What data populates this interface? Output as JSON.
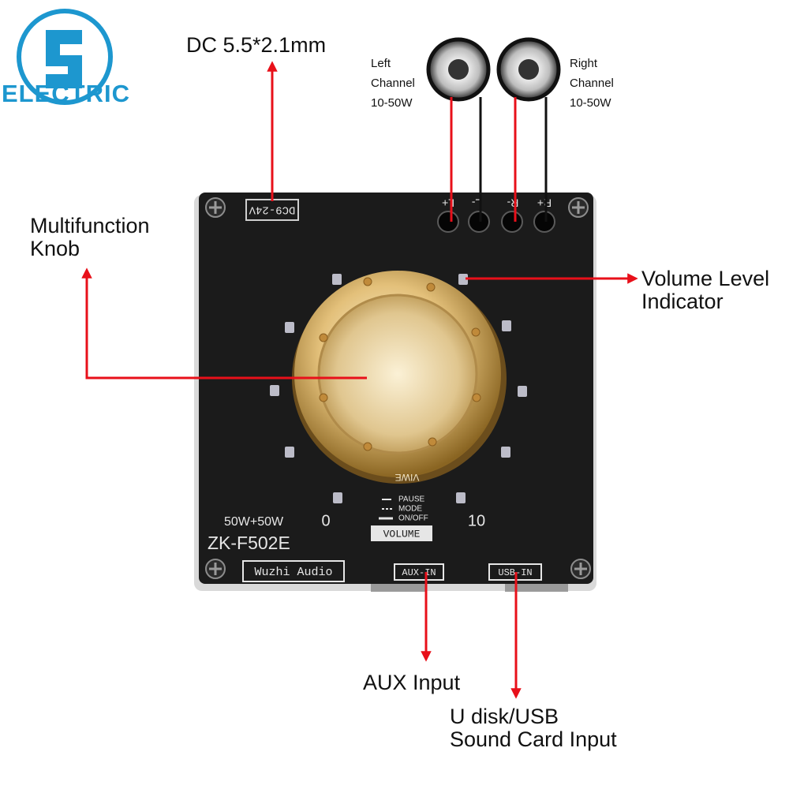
{
  "logo": {
    "text": "ELECTRIC",
    "mark": "S"
  },
  "colors": {
    "arrow": "#e8101a",
    "board": "#1b1b1b",
    "logo": "#1d97cf",
    "knob_gold": "#d9b56a"
  },
  "callouts": {
    "dc": "DC 5.5*2.1mm",
    "knob_line1": "Multifunction",
    "knob_line2": "Knob",
    "volume_line1": "Volume Level",
    "volume_line2": "Indicator",
    "aux": "AUX Input",
    "usb_line1": "U disk/USB",
    "usb_line2": "Sound Card Input"
  },
  "speakers": {
    "left": {
      "line1": "Left",
      "line2": "Channel",
      "line3": "10-50W"
    },
    "right": {
      "line1": "Right",
      "line2": "Channel",
      "line3": "10-50W"
    }
  },
  "board": {
    "dc_label": "DC9-24V",
    "terminals": [
      "L+",
      "L-",
      "R-",
      "R+"
    ],
    "power": "50W+50W",
    "model": "ZK-F502E",
    "brand": "Wuzhi Audio",
    "aux_label": "AUX-IN",
    "usb_label": "USB-IN",
    "scale_min": "0",
    "scale_max": "10",
    "volume_label": "VOLUME",
    "knob_ring_text": "VIWE",
    "legend": [
      "PAUSE",
      "MODE",
      "ON/OFF"
    ]
  }
}
